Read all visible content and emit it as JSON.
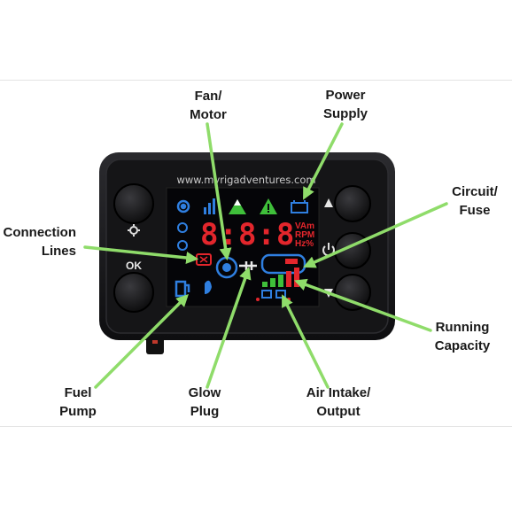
{
  "watermark": "www.myrigadventures.com",
  "device": {
    "display_digits": "8:8:8",
    "units": [
      "VAm",
      "RPM",
      "Hz%"
    ],
    "ok_label": "OK"
  },
  "labels": {
    "fan_motor": [
      "Fan/",
      "Motor"
    ],
    "power_supply": [
      "Power",
      "Supply"
    ],
    "circuit_fuse": [
      "Circuit/",
      "Fuse"
    ],
    "connection_lines": [
      "Connection",
      "Lines"
    ],
    "running_capacity": [
      "Running",
      "Capacity"
    ],
    "fuel_pump": [
      "Fuel",
      "Pump"
    ],
    "glow_plug": [
      "Glow",
      "Plug"
    ],
    "air_intake_output": [
      "Air Intake/",
      "Output"
    ]
  },
  "colors": {
    "arrow": "#8fdc6a",
    "lcd_bg": "#050508",
    "blue": "#2f7fe0",
    "red": "#e3262c",
    "green": "#3fbf3a"
  }
}
